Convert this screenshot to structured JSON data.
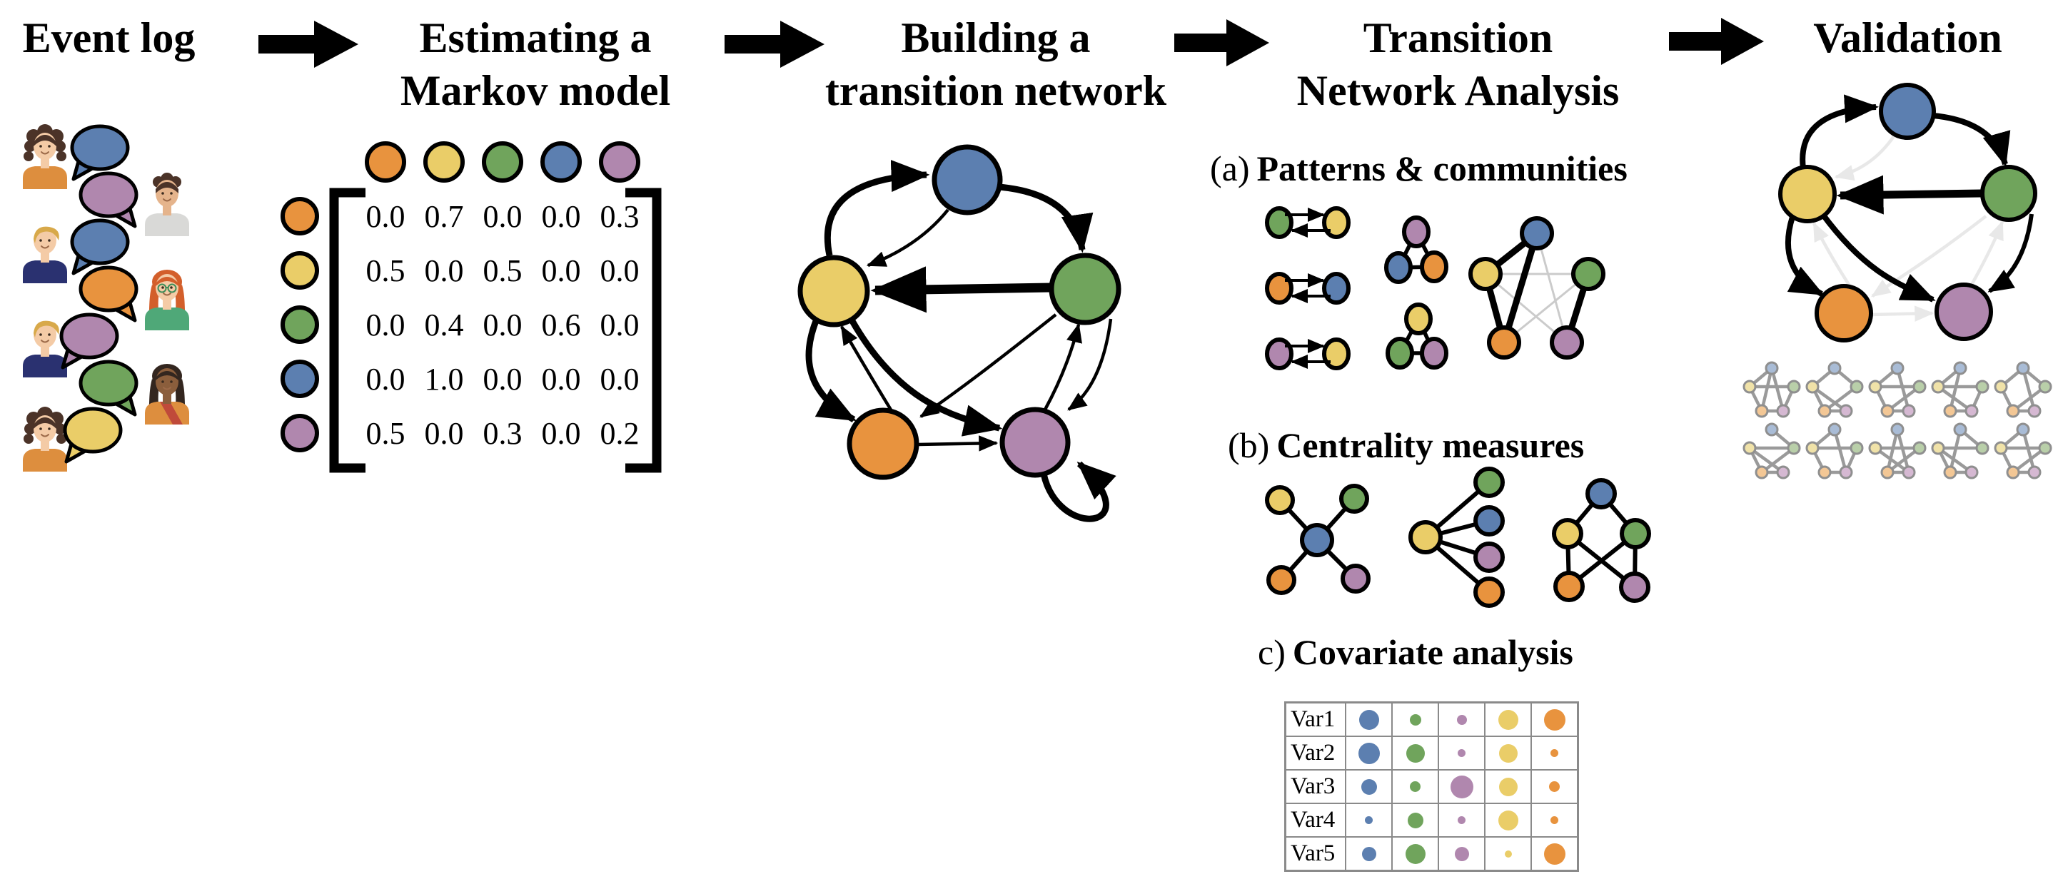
{
  "palette": {
    "orange": "#E8933E",
    "yellow": "#EACD68",
    "green": "#70A45C",
    "blue": "#5C7FB0",
    "purple": "#B087AE",
    "edge_black": "#000000",
    "edge_removed": "#E8E8E8",
    "edge_weak": "#CBCBCB",
    "node_outline": "#000000",
    "table_border": "#8A8A8A",
    "bootstrap": {
      "edge": "#9A9A9A",
      "stroke": "#8F8F8F",
      "fills": {
        "blue": "#A9BCD6",
        "yellow": "#F0E2A8",
        "green": "#B9CFA9",
        "orange": "#F3C795",
        "purple": "#D5B8D2"
      }
    },
    "avatars": {
      "skin_light": "#F4CBA6",
      "skin_tan": "#E5B48C",
      "skin_dark": "#8B5E3C",
      "hair_dark": "#4B3328",
      "hair_blond": "#D8A94A",
      "hair_red": "#D35F2B",
      "hair_black": "#33261F",
      "shirt_orange": "#DD8E3E",
      "shirt_gray": "#D9D9D7",
      "shirt_navy": "#2A3170",
      "shirt_green": "#4FA878",
      "sari_red": "#C04A3A",
      "face": "#3A2A1E",
      "smile": "#9C6A49",
      "glasses": "#3E8E5A"
    }
  },
  "header": {
    "steps": [
      {
        "lines": [
          "Event log"
        ]
      },
      {
        "lines": [
          "Estimating a",
          "Markov model"
        ]
      },
      {
        "lines": [
          "Building a",
          "transition network"
        ]
      },
      {
        "lines": [
          "Transition",
          "Network Analysis"
        ]
      },
      {
        "lines": [
          "Validation"
        ]
      }
    ]
  },
  "event_log": {
    "utterances": [
      {
        "speaker": "woman-curly",
        "side": "left",
        "bubble": "blue"
      },
      {
        "speaker": "man-curly",
        "side": "right",
        "bubble": "purple"
      },
      {
        "speaker": "man-blond",
        "side": "left",
        "bubble": "blue"
      },
      {
        "speaker": "woman-redhair",
        "side": "right",
        "bubble": "orange"
      },
      {
        "speaker": "man-blond",
        "side": "left",
        "bubble": "purple"
      },
      {
        "speaker": "woman-sari",
        "side": "right",
        "bubble": "green"
      },
      {
        "speaker": "woman-curly",
        "side": "left",
        "bubble": "yellow"
      }
    ]
  },
  "markov": {
    "states": [
      "orange",
      "yellow",
      "green",
      "blue",
      "purple"
    ],
    "matrix": [
      [
        "0.0",
        "0.7",
        "0.0",
        "0.0",
        "0.3"
      ],
      [
        "0.5",
        "0.0",
        "0.5",
        "0.0",
        "0.0"
      ],
      [
        "0.0",
        "0.4",
        "0.0",
        "0.6",
        "0.0"
      ],
      [
        "0.0",
        "1.0",
        "0.0",
        "0.0",
        "0.0"
      ],
      [
        "0.5",
        "0.0",
        "0.3",
        "0.0",
        "0.2"
      ]
    ]
  },
  "transition_network": {
    "nodes": [
      "blue",
      "yellow",
      "green",
      "orange",
      "purple"
    ],
    "edges": [
      {
        "from": "yellow",
        "to": "blue",
        "w": "thick"
      },
      {
        "from": "blue",
        "to": "yellow",
        "w": "thin"
      },
      {
        "from": "blue",
        "to": "green",
        "w": "thick"
      },
      {
        "from": "green",
        "to": "yellow",
        "w": "thickest"
      },
      {
        "from": "yellow",
        "to": "orange",
        "w": "thick"
      },
      {
        "from": "orange",
        "to": "yellow",
        "w": "thin"
      },
      {
        "from": "yellow",
        "to": "purple",
        "w": "thick"
      },
      {
        "from": "green",
        "to": "orange",
        "w": "thin"
      },
      {
        "from": "orange",
        "to": "purple",
        "w": "thin"
      },
      {
        "from": "purple",
        "to": "green",
        "w": "thin"
      },
      {
        "from": "green",
        "to": "purple",
        "w": "thin"
      },
      {
        "from": "purple",
        "to": "purple",
        "w": "thick",
        "self_loop": true
      }
    ]
  },
  "analysis": {
    "a": {
      "prefix": "(a)",
      "title": "Patterns & communities",
      "dyads": [
        {
          "from": "green",
          "to": "yellow"
        },
        {
          "from": "orange",
          "to": "blue"
        },
        {
          "from": "purple",
          "to": "yellow"
        }
      ],
      "triangles": [
        [
          "purple",
          "blue",
          "orange"
        ],
        [
          "yellow",
          "green",
          "purple"
        ]
      ],
      "community": {
        "nodes": [
          "blue",
          "yellow",
          "green",
          "orange",
          "purple"
        ],
        "strong": [
          [
            "blue",
            "yellow"
          ],
          [
            "blue",
            "orange"
          ],
          [
            "yellow",
            "orange"
          ],
          [
            "green",
            "purple"
          ]
        ],
        "weak": [
          [
            "blue",
            "purple"
          ],
          [
            "yellow",
            "green"
          ],
          [
            "yellow",
            "purple"
          ],
          [
            "orange",
            "green"
          ]
        ]
      }
    },
    "b": {
      "prefix": "(b)",
      "title": "Centrality measures",
      "star": {
        "hub": "blue",
        "leaves": [
          "yellow",
          "green",
          "orange",
          "purple"
        ]
      },
      "fan": {
        "hub": "yellow",
        "leaves": [
          "green",
          "blue",
          "purple",
          "orange"
        ]
      },
      "mesh": {
        "nodes": [
          "blue",
          "yellow",
          "green",
          "orange",
          "purple"
        ],
        "edges": [
          [
            "blue",
            "yellow"
          ],
          [
            "blue",
            "green"
          ],
          [
            "yellow",
            "orange"
          ],
          [
            "yellow",
            "purple"
          ],
          [
            "green",
            "orange"
          ],
          [
            "green",
            "purple"
          ]
        ]
      }
    },
    "c": {
      "prefix": "c)",
      "title": "Covariate analysis",
      "table": {
        "row_labels": [
          "Var1",
          "Var2",
          "Var3",
          "Var4",
          "Var5"
        ],
        "columns": [
          "blue",
          "green",
          "purple",
          "yellow",
          "orange"
        ],
        "dot_diameters": [
          [
            28,
            16,
            14,
            28,
            30
          ],
          [
            30,
            26,
            11,
            26,
            11
          ],
          [
            22,
            15,
            32,
            26,
            15
          ],
          [
            11,
            22,
            11,
            28,
            11
          ],
          [
            20,
            28,
            20,
            10,
            30
          ]
        ]
      }
    }
  },
  "validation": {
    "edges": [
      {
        "from": "yellow",
        "to": "blue",
        "w": "thick",
        "status": "kept"
      },
      {
        "from": "blue",
        "to": "green",
        "w": "thick",
        "status": "kept"
      },
      {
        "from": "green",
        "to": "yellow",
        "w": "thickest",
        "status": "kept"
      },
      {
        "from": "yellow",
        "to": "orange",
        "w": "thick",
        "status": "kept"
      },
      {
        "from": "yellow",
        "to": "purple",
        "w": "thick",
        "status": "kept"
      },
      {
        "from": "green",
        "to": "purple",
        "w": "medium",
        "status": "kept"
      },
      {
        "from": "blue",
        "to": "yellow",
        "w": "thin",
        "status": "removed"
      },
      {
        "from": "orange",
        "to": "yellow",
        "w": "thin",
        "status": "removed"
      },
      {
        "from": "green",
        "to": "orange",
        "w": "thin",
        "status": "removed"
      },
      {
        "from": "orange",
        "to": "purple",
        "w": "thin",
        "status": "removed"
      },
      {
        "from": "purple",
        "to": "green",
        "w": "thin",
        "status": "removed"
      }
    ],
    "bootstrap_networks": [
      {
        "edges": [
          [
            "blue",
            "yellow"
          ],
          [
            "blue",
            "purple"
          ],
          [
            "blue",
            "orange"
          ],
          [
            "yellow",
            "green"
          ],
          [
            "yellow",
            "orange"
          ],
          [
            "orange",
            "purple"
          ],
          [
            "green",
            "purple"
          ]
        ]
      },
      {
        "edges": [
          [
            "blue",
            "yellow"
          ],
          [
            "blue",
            "green"
          ],
          [
            "yellow",
            "orange"
          ],
          [
            "yellow",
            "purple"
          ],
          [
            "orange",
            "purple"
          ],
          [
            "green",
            "orange"
          ]
        ]
      },
      {
        "edges": [
          [
            "blue",
            "yellow"
          ],
          [
            "blue",
            "purple"
          ],
          [
            "yellow",
            "green"
          ],
          [
            "yellow",
            "orange"
          ],
          [
            "green",
            "orange"
          ],
          [
            "orange",
            "purple"
          ]
        ]
      },
      {
        "edges": [
          [
            "blue",
            "yellow"
          ],
          [
            "blue",
            "orange"
          ],
          [
            "yellow",
            "green"
          ],
          [
            "yellow",
            "purple"
          ],
          [
            "orange",
            "purple"
          ],
          [
            "green",
            "purple"
          ]
        ]
      },
      {
        "edges": [
          [
            "blue",
            "yellow"
          ],
          [
            "blue",
            "green"
          ],
          [
            "blue",
            "purple"
          ],
          [
            "yellow",
            "orange"
          ],
          [
            "green",
            "orange"
          ],
          [
            "orange",
            "purple"
          ]
        ]
      },
      {
        "edges": [
          [
            "blue",
            "green"
          ],
          [
            "yellow",
            "green"
          ],
          [
            "yellow",
            "purple"
          ],
          [
            "yellow",
            "orange"
          ],
          [
            "orange",
            "purple"
          ],
          [
            "green",
            "orange"
          ]
        ]
      },
      {
        "edges": [
          [
            "blue",
            "yellow"
          ],
          [
            "blue",
            "purple"
          ],
          [
            "yellow",
            "green"
          ],
          [
            "yellow",
            "orange"
          ],
          [
            "orange",
            "purple"
          ],
          [
            "green",
            "purple"
          ]
        ]
      },
      {
        "edges": [
          [
            "blue",
            "orange"
          ],
          [
            "blue",
            "purple"
          ],
          [
            "yellow",
            "green"
          ],
          [
            "yellow",
            "purple"
          ],
          [
            "green",
            "orange"
          ],
          [
            "orange",
            "purple"
          ]
        ]
      },
      {
        "edges": [
          [
            "blue",
            "green"
          ],
          [
            "yellow",
            "green"
          ],
          [
            "yellow",
            "orange"
          ],
          [
            "yellow",
            "purple"
          ],
          [
            "orange",
            "purple"
          ],
          [
            "blue",
            "orange"
          ]
        ]
      },
      {
        "edges": [
          [
            "blue",
            "yellow"
          ],
          [
            "blue",
            "purple"
          ],
          [
            "yellow",
            "green"
          ],
          [
            "yellow",
            "orange"
          ],
          [
            "green",
            "orange"
          ],
          [
            "orange",
            "purple"
          ]
        ]
      }
    ]
  }
}
